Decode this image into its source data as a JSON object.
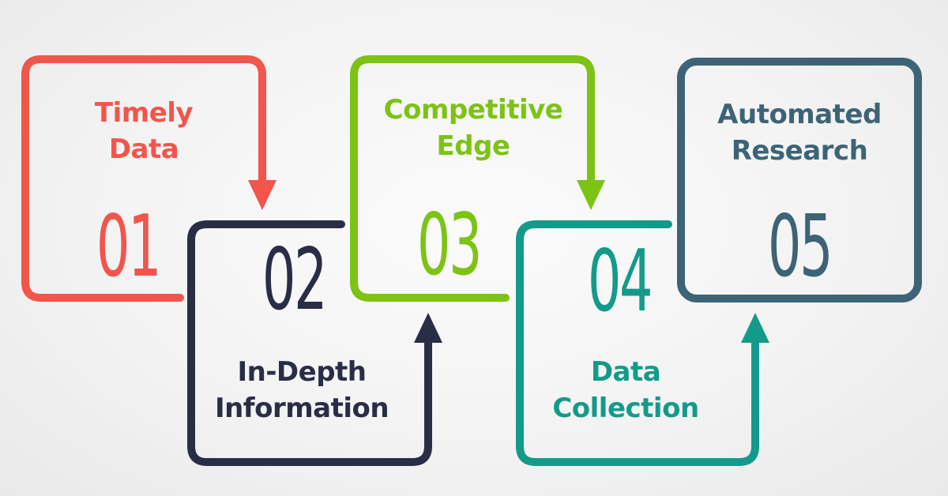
{
  "steps": [
    {
      "number": "01",
      "line1": "Timely",
      "line2": "Data",
      "color": "#f2554b"
    },
    {
      "number": "02",
      "line1": "In-Depth",
      "line2": "Information",
      "color": "#2a2d46"
    },
    {
      "number": "03",
      "line1": "Competitive",
      "line2": "Edge",
      "color": "#7cc316"
    },
    {
      "number": "04",
      "line1": "Data",
      "line2": "Collection",
      "color": "#149a8a"
    },
    {
      "number": "05",
      "line1": "Automated",
      "line2": "Research",
      "color": "#3d6476"
    }
  ],
  "background": "#f4f4f4"
}
